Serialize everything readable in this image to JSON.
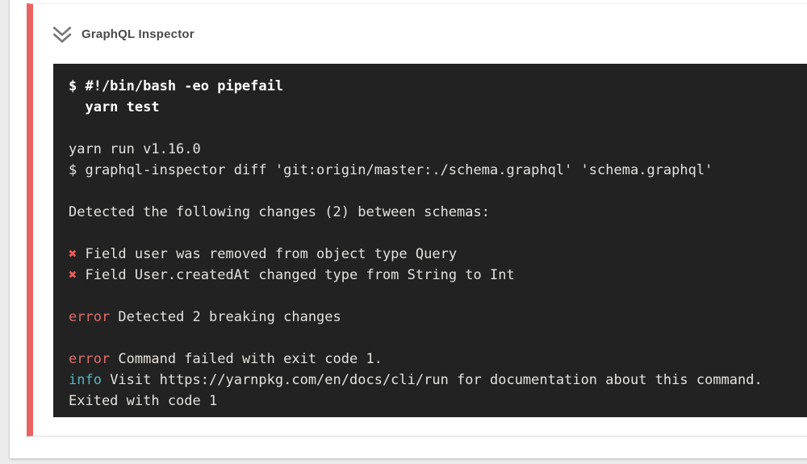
{
  "colors": {
    "page-bg": "#ececec",
    "card-bg": "#ffffff",
    "accent": "#e96361",
    "title-color": "#4a4a4a",
    "icon-color": "#757575",
    "term-bg": "#222222",
    "term-bold": "#ffffff",
    "term-text": "#e4e2df",
    "term-xmark": "#ef5b55",
    "term-error": "#de6c6c",
    "term-info": "#56b6c2"
  },
  "step": {
    "title": "GraphQL Inspector",
    "collapse_icon": "double-chevron-down-icon",
    "status": "failed"
  },
  "terminal": {
    "lines": [
      {
        "segments": [
          {
            "t": "$ #!/bin/bash -eo pipefail",
            "s": "bold"
          }
        ]
      },
      {
        "segments": [
          {
            "t": "  yarn test",
            "s": "bold"
          }
        ]
      },
      {
        "segments": []
      },
      {
        "segments": [
          {
            "t": "yarn run v1.16.0",
            "s": "normal"
          }
        ]
      },
      {
        "segments": [
          {
            "t": "$ graphql-inspector diff 'git:origin/master:./schema.graphql' 'schema.graphql'",
            "s": "normal"
          }
        ]
      },
      {
        "segments": []
      },
      {
        "segments": [
          {
            "t": "Detected the following changes (2) between schemas:",
            "s": "normal"
          }
        ]
      },
      {
        "segments": []
      },
      {
        "segments": [
          {
            "t": "✖",
            "s": "x"
          },
          {
            "t": " Field user was removed from object type Query",
            "s": "normal"
          }
        ]
      },
      {
        "segments": [
          {
            "t": "✖",
            "s": "x"
          },
          {
            "t": " Field User.createdAt changed type from String to Int",
            "s": "normal"
          }
        ]
      },
      {
        "segments": []
      },
      {
        "segments": [
          {
            "t": "error",
            "s": "red"
          },
          {
            "t": " Detected 2 breaking changes",
            "s": "normal"
          }
        ]
      },
      {
        "segments": []
      },
      {
        "segments": [
          {
            "t": "error",
            "s": "red"
          },
          {
            "t": " Command failed with exit code 1.",
            "s": "normal"
          }
        ]
      },
      {
        "segments": [
          {
            "t": "info",
            "s": "info"
          },
          {
            "t": " Visit https://yarnpkg.com/en/docs/cli/run for documentation about this command.",
            "s": "normal"
          }
        ]
      },
      {
        "segments": [
          {
            "t": "Exited with code 1",
            "s": "normal"
          }
        ]
      }
    ]
  }
}
